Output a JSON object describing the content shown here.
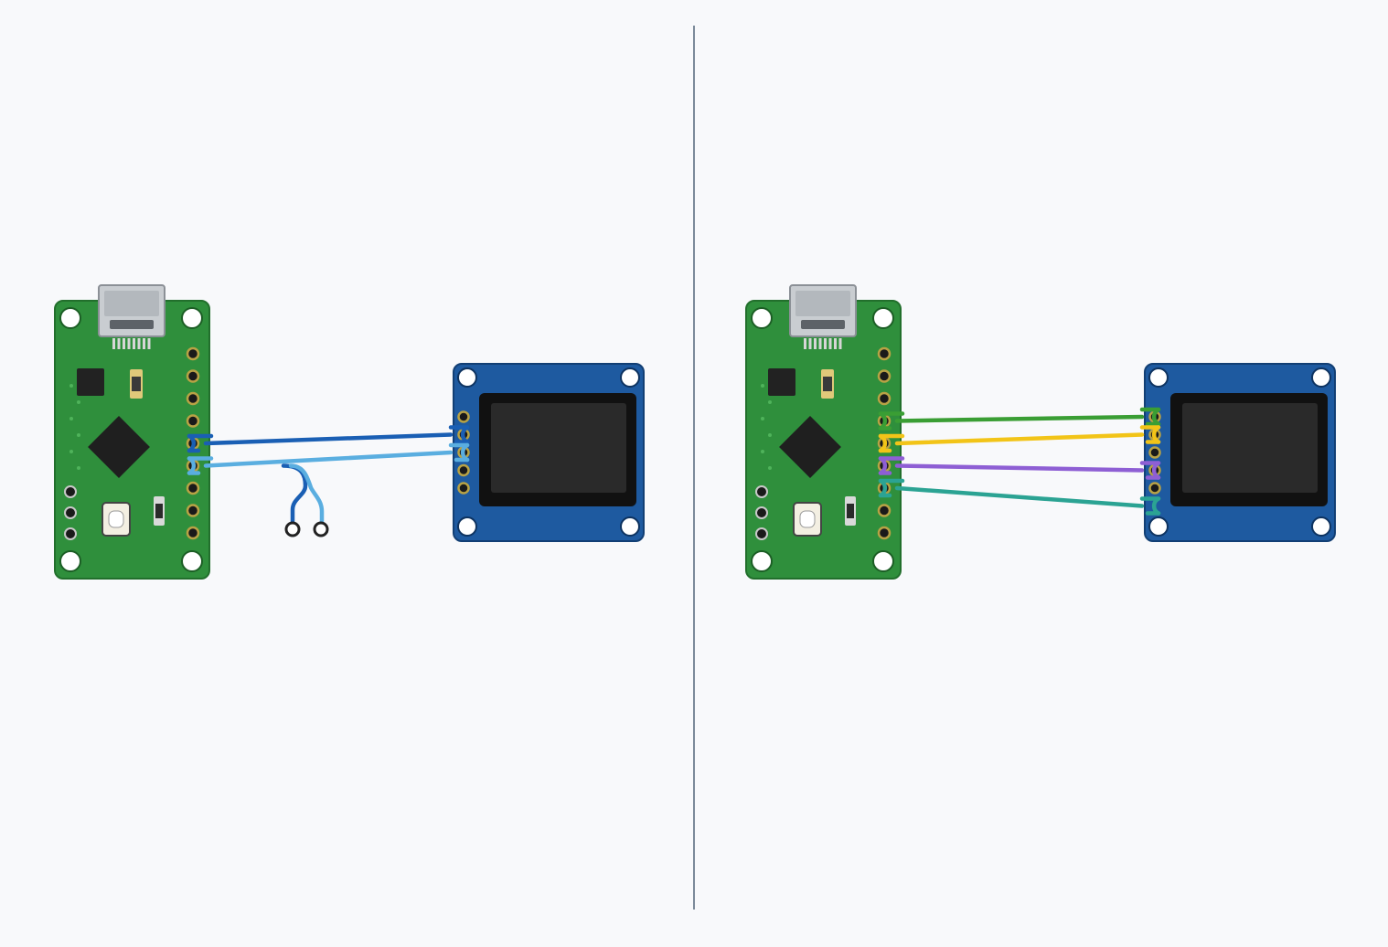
{
  "colors": {
    "background": "#f8f9fb",
    "divider": "#7b8a99",
    "mcu_pcb": "#2f8f3c",
    "mcu_pcb_edge": "#226f2c",
    "oled_pcb": "#1e5aa0",
    "oled_pcb_edge": "#123f74",
    "oled_screen": "#2a2a2a",
    "pad_gold": "#b8a245"
  },
  "panels": [
    {
      "id": "left",
      "description_text": "",
      "wires": [
        {
          "name": "wire-sda",
          "color": "#1a5fb4",
          "from_pin": 4,
          "to_pin": 1
        },
        {
          "name": "wire-scl",
          "color": "#5aaee0",
          "from_pin": 5,
          "to_pin": 2
        }
      ],
      "pullups": [
        {
          "name": "pullup-dark",
          "color": "#1a5fb4"
        },
        {
          "name": "pullup-light",
          "color": "#5aaee0"
        }
      ]
    },
    {
      "id": "right",
      "description_text": "",
      "wires": [
        {
          "name": "wire-green",
          "color": "#3a9e34",
          "from_pin": 3,
          "to_pin": 0
        },
        {
          "name": "wire-yellow",
          "color": "#f2c418",
          "from_pin": 4,
          "to_pin": 1
        },
        {
          "name": "wire-purple",
          "color": "#8e5fd4",
          "from_pin": 5,
          "to_pin": 3
        },
        {
          "name": "wire-teal",
          "color": "#2ba393",
          "from_pin": 6,
          "to_pin": 5
        }
      ],
      "pullups": []
    }
  ]
}
